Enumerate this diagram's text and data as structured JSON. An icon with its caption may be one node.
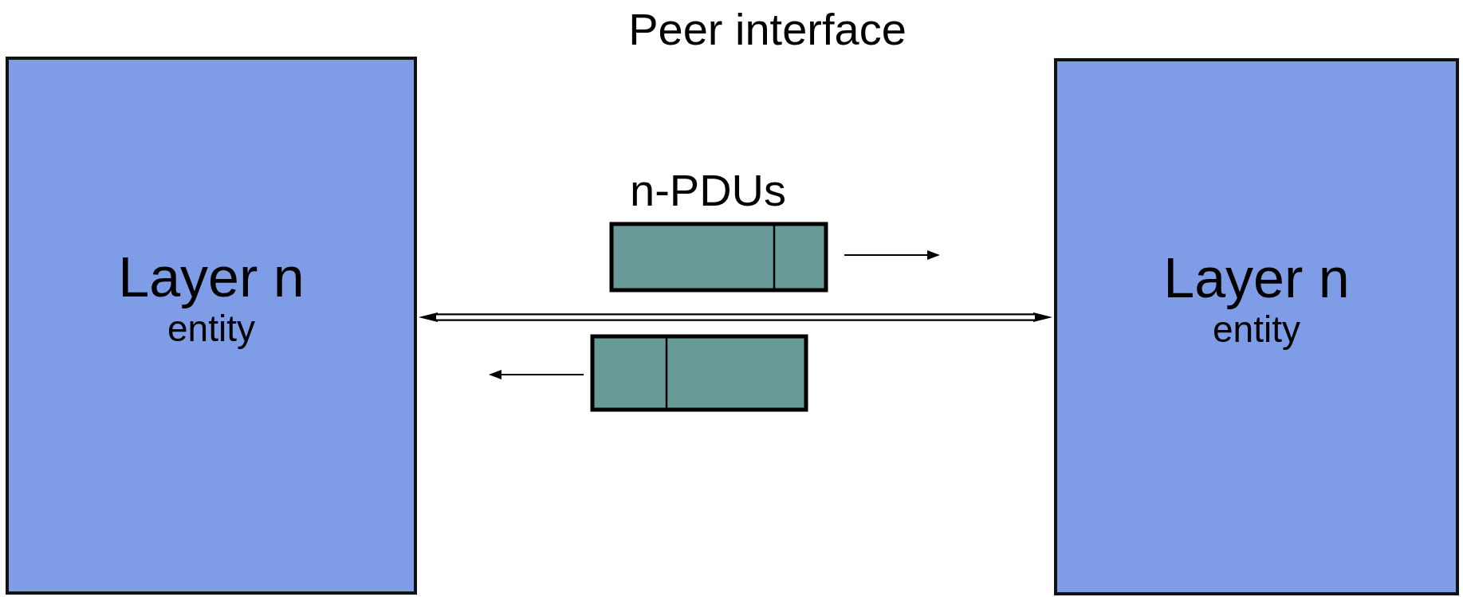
{
  "diagram": {
    "title": "Peer interface",
    "nodes": [
      {
        "text": [
          "Layer n",
          "entity"
        ]
      },
      {
        "text": [
          "Layer n",
          "entity"
        ]
      }
    ],
    "edges": [
      {
        "from": 0,
        "to": 1,
        "arrow": "both"
      }
    ],
    "labels": [
      "n-PDUs"
    ]
  }
}
